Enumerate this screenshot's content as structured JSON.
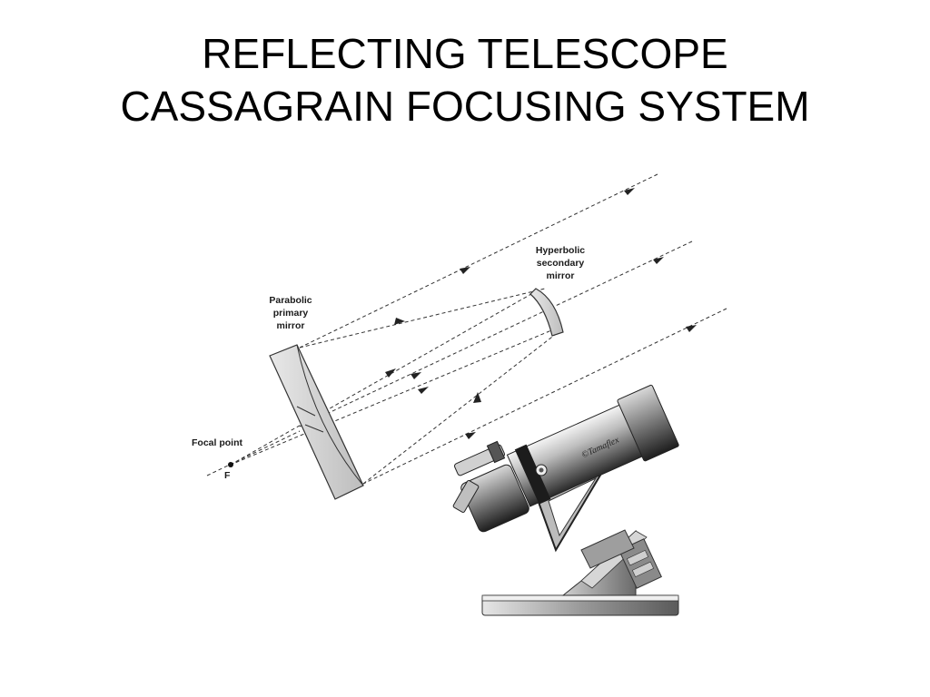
{
  "slide": {
    "title_line1": "REFLECTING TELESCOPE",
    "title_line2": "CASSAGRAIN FOCUSING SYSTEM"
  },
  "diagram": {
    "labels": {
      "secondary_line1": "Hyperbolic",
      "secondary_line2": "secondary",
      "secondary_line3": "mirror",
      "primary_line1": "Parabolic",
      "primary_line2": "primary",
      "primary_line3": "mirror",
      "focal_point": "Focal point",
      "focal_letter": "F"
    },
    "telescope_brand": "©Tamaflex"
  }
}
